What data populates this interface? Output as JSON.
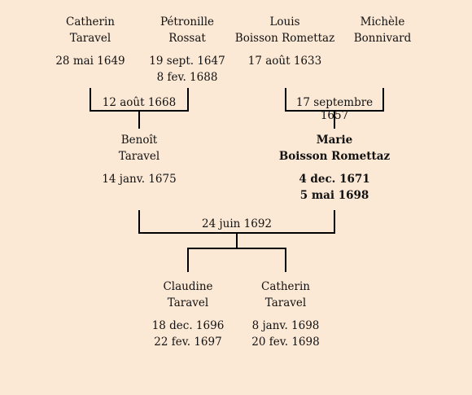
{
  "people": {
    "catherin_grandfather": {
      "first": "Catherin",
      "last": "Taravel",
      "birth": "28 mai 1649",
      "death": ""
    },
    "petronille": {
      "first": "Pétronille",
      "last": "Rossat",
      "birth": "19 sept. 1647",
      "death": "8 fev. 1688"
    },
    "louis": {
      "first": "Louis",
      "last": "Boisson Romettaz",
      "birth": "17 août 1633",
      "death": ""
    },
    "michele": {
      "first": "Michèle",
      "last": "Bonnivard",
      "birth": "",
      "death": ""
    },
    "benoit": {
      "first": "Benoît",
      "last": "Taravel",
      "birth": "14 janv. 1675",
      "death": ""
    },
    "marie": {
      "first": "Marie",
      "last": "Boisson Romettaz",
      "birth": "4 dec. 1671",
      "death": "5 mai 1698"
    },
    "claudine": {
      "first": "Claudine",
      "last": "Taravel",
      "birth": "18 dec. 1696",
      "death": "22 fev. 1697"
    },
    "catherin_child": {
      "first": "Catherin",
      "last": "Taravel",
      "birth": "8 janv. 1698",
      "death": "20 fev. 1698"
    }
  },
  "marriages": {
    "paternal": "12 août 1668",
    "maternal": "17 septembre 1657",
    "parents": "24 juin 1692"
  }
}
